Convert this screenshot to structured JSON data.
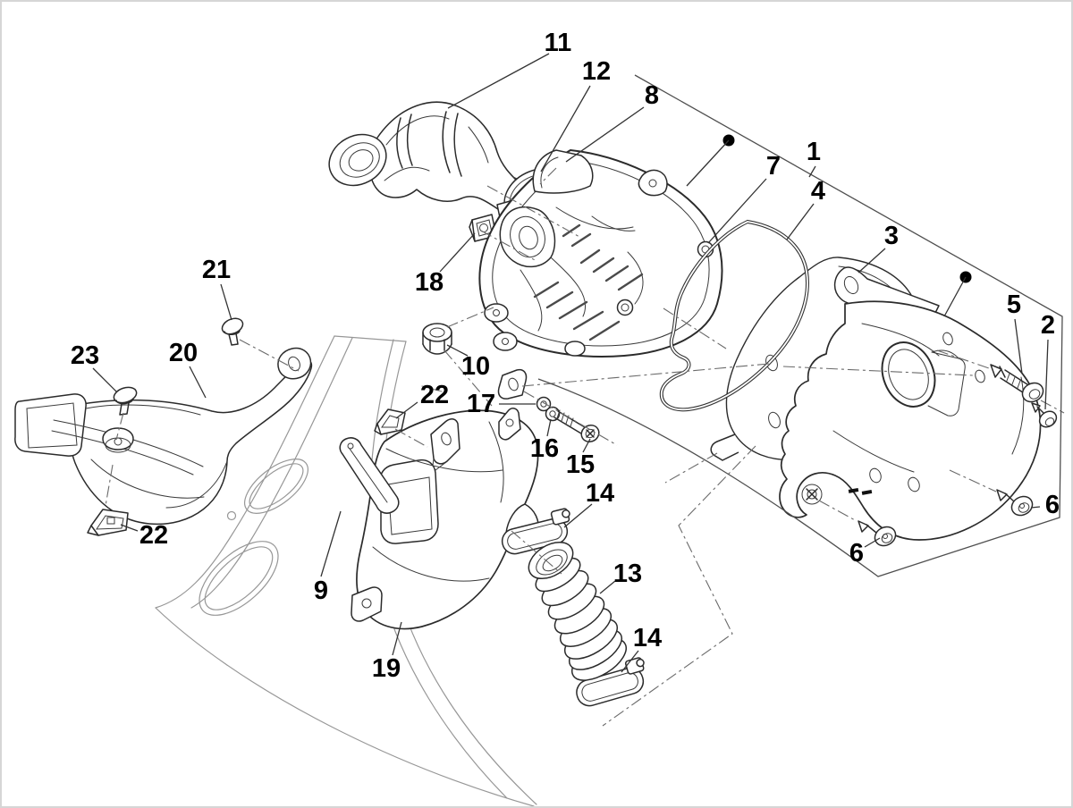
{
  "figure": {
    "kind": "exploded-parts-diagram",
    "colors": {
      "background": "#ffffff",
      "line_ink": "#2b2b2b",
      "construction_line": "#6a6a6a",
      "panel_line": "#979797",
      "label_text": "#000000",
      "frame_border": "#d6d6d6"
    }
  },
  "callouts": {
    "c1": "1",
    "c2": "2",
    "c3": "3",
    "c4": "4",
    "c5": "5",
    "c6_right": "6",
    "c6_lower": "6",
    "c7": "7",
    "c8": "8",
    "c9": "9",
    "c10": "10",
    "c11": "11",
    "c12": "12",
    "c13": "13",
    "c14_upper": "14",
    "c14_lower": "14",
    "c15": "15",
    "c16": "16",
    "c17": "17",
    "c18": "18",
    "c19": "19",
    "c20": "20",
    "c21": "21",
    "c22_left": "22",
    "c22_center": "22",
    "c23": "23"
  }
}
